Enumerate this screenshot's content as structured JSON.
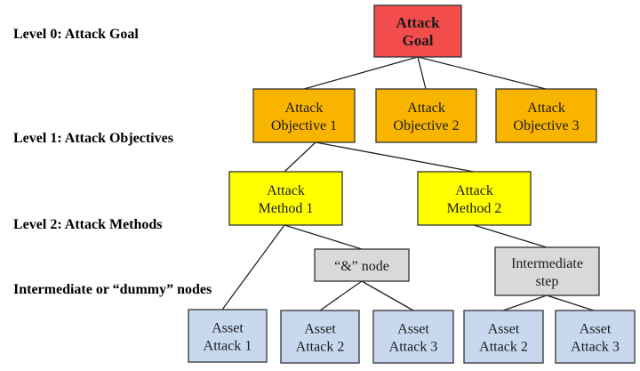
{
  "levels": [
    "Level 0: Attack Goal",
    "Level 1: Attack Objectives",
    "Level 2: Attack Methods",
    "Intermediate or “dummy” nodes"
  ],
  "colors": {
    "goal": "#f24c4c",
    "objective": "#f9b400",
    "method": "#ffff00",
    "intermediate": "#d9d9d9",
    "asset": "#c8d9ef"
  },
  "nodes": {
    "goal": [
      "Attack",
      "Goal"
    ],
    "objective1": [
      "Attack",
      "Objective 1"
    ],
    "objective2": [
      "Attack",
      "Objective 2"
    ],
    "objective3": [
      "Attack",
      "Objective 3"
    ],
    "method1": [
      "Attack",
      "Method 1"
    ],
    "method2": [
      "Attack",
      "Method 2"
    ],
    "and_node": [
      "“&” node"
    ],
    "intermediate_step": [
      "Intermediate",
      "step"
    ],
    "asset1": [
      "Asset",
      "Attack 1"
    ],
    "asset2a": [
      "Asset",
      "Attack 2"
    ],
    "asset3a": [
      "Asset",
      "Attack 3"
    ],
    "asset2b": [
      "Asset",
      "Attack 2"
    ],
    "asset3b": [
      "Asset",
      "Attack 3"
    ]
  }
}
